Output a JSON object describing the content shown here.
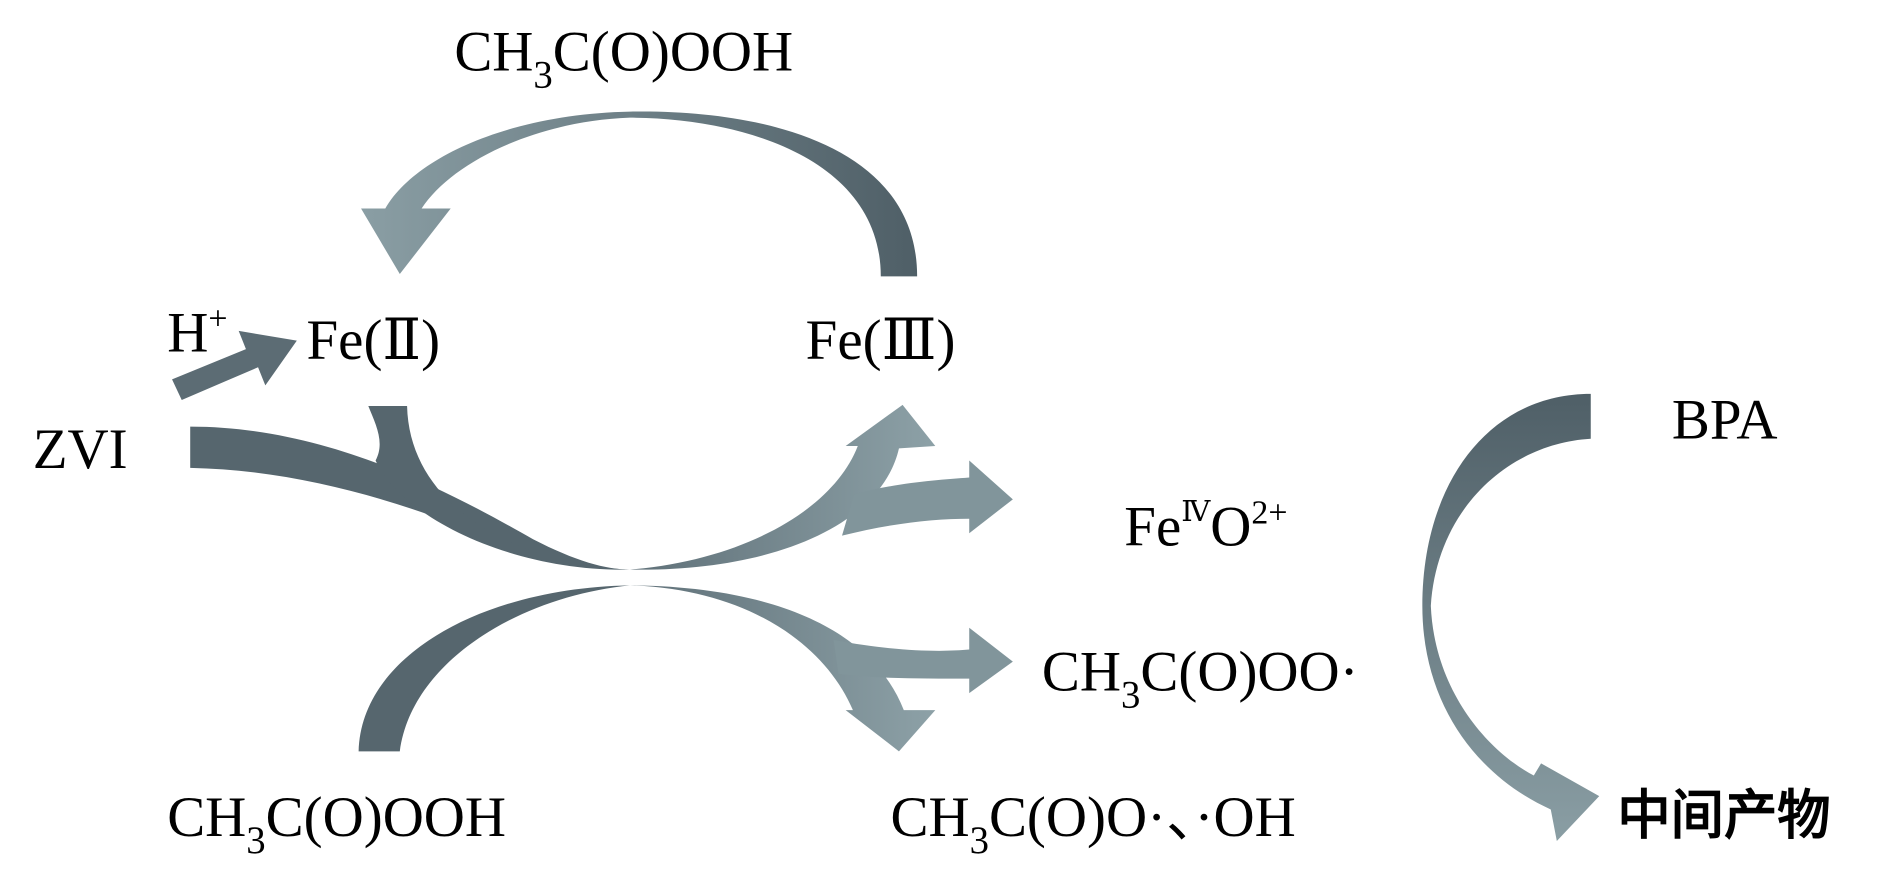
{
  "colors": {
    "dark": "#56666e",
    "light": "#869aa0"
  },
  "labels": {
    "peracetic_acid_top": {
      "a": "CH",
      "sub": "3",
      "b": "C(O)OOH"
    },
    "proton": {
      "a": "H",
      "sup": "+"
    },
    "fe2": "Fe(Ⅱ)",
    "fe3": "Fe(Ⅲ)",
    "zvi": "ZVI",
    "bpa": "BPA",
    "ferryl": {
      "a": "Fe",
      "sup1": "Ⅳ",
      "b": "O",
      "sup2": "2+"
    },
    "acetylperoxyl": {
      "a": "CH",
      "sub": "3",
      "b": "C(O)OO·"
    },
    "peracetic_acid_bottom": {
      "a": "CH",
      "sub": "3",
      "b": "C(O)OOH"
    },
    "acetyloxyl_hydroxyl": {
      "a": "CH",
      "sub": "3",
      "b": "C(O)O·、·OH"
    },
    "intermediates": "中间产物"
  }
}
